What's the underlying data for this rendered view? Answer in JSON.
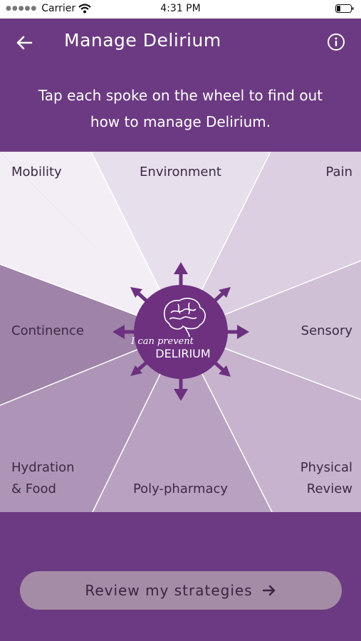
{
  "status_bar": {
    "carrier": "Carrier",
    "time": "4:31 PM"
  },
  "header": {
    "title": "Manage Delirium"
  },
  "instructions": {
    "line1": "Tap each spoke on the wheel to find out",
    "line2": "how to manage Delirium."
  },
  "wheel": {
    "logo_script": "I can prevent",
    "logo_text": "DELIRIUM",
    "spokes": {
      "mobility": "Mobility",
      "environment": "Environment",
      "pain": "Pain",
      "continence": "Continence",
      "sensory": "Sensory",
      "hydration_line1": "Hydration",
      "hydration_line2": "& Food",
      "poly_pharmacy": "Poly-pharmacy",
      "physical_line1": "Physical",
      "physical_line2": "Review"
    }
  },
  "footer": {
    "review_button": "Review my strategies"
  },
  "colors": {
    "primary": "#6c3a82",
    "hub": "#6d3180",
    "button": "#a58ca6"
  }
}
